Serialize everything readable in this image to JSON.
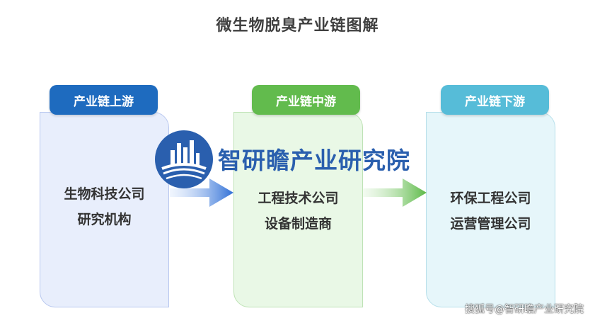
{
  "title": "微生物脱臭产业链图解",
  "stages": {
    "upstream": {
      "label": "产业链上游",
      "items": [
        "生物科技公司",
        "研究机构"
      ]
    },
    "midstream": {
      "label": "产业链中游",
      "items": [
        "工程技术公司",
        "设备制造商"
      ]
    },
    "downstream": {
      "label": "产业链下游",
      "items": [
        "环保工程公司",
        "运营管理公司"
      ]
    }
  },
  "watermark": "智研瞻产业研究院",
  "source": "搜狐号@智研瞻产业研究院",
  "colors": {
    "upstream": "#1e6bbf",
    "midstream": "#62bb4d",
    "downstream": "#56bcd8",
    "arrow_blue": "#2f6fd6",
    "arrow_green": "#5cb947"
  }
}
